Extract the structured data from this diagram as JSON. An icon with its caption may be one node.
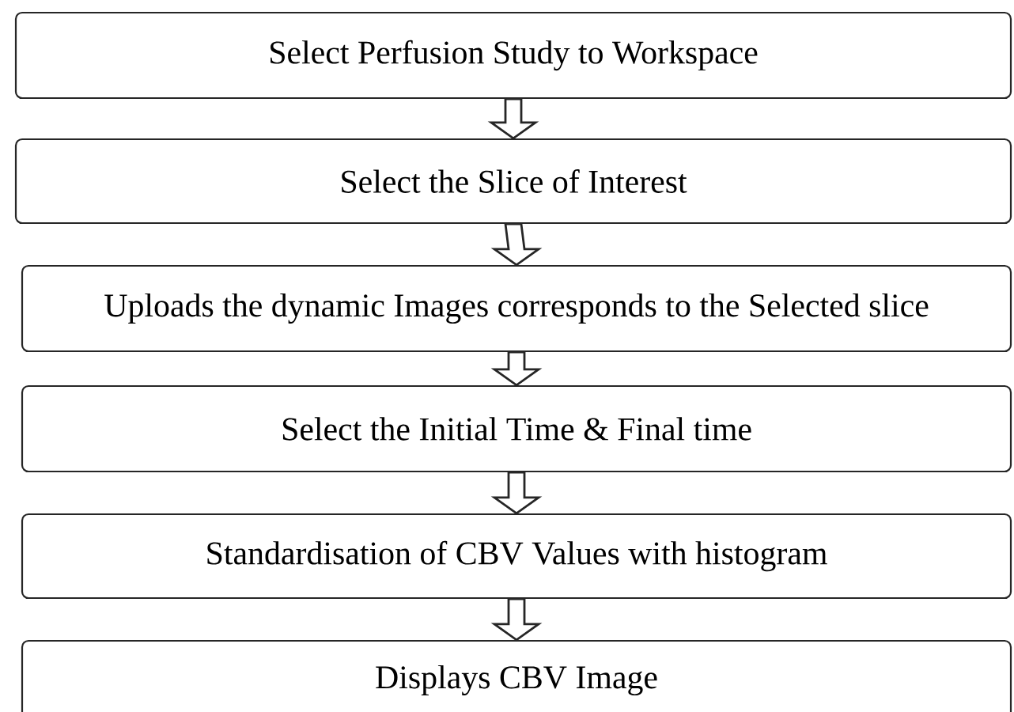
{
  "diagram": {
    "nodes": [
      {
        "text": [
          "Select Perfusion Study to Workspace"
        ]
      },
      {
        "text": [
          "Select the Slice of Interest"
        ]
      },
      {
        "text": [
          "Uploads the dynamic Images corresponds to the Selected slice"
        ]
      },
      {
        "text": [
          "Select the Initial Time & Final time"
        ]
      },
      {
        "text": [
          "Standardisation of CBV Values with histogram"
        ]
      },
      {
        "text": [
          "Displays CBV Image"
        ]
      }
    ],
    "edges": [
      {
        "from": 0,
        "to": 1,
        "arrow": "to"
      },
      {
        "from": 1,
        "to": 2,
        "arrow": "to"
      },
      {
        "from": 2,
        "to": 3,
        "arrow": "to"
      },
      {
        "from": 3,
        "to": 4,
        "arrow": "to"
      },
      {
        "from": 4,
        "to": 5,
        "arrow": "to"
      }
    ]
  }
}
